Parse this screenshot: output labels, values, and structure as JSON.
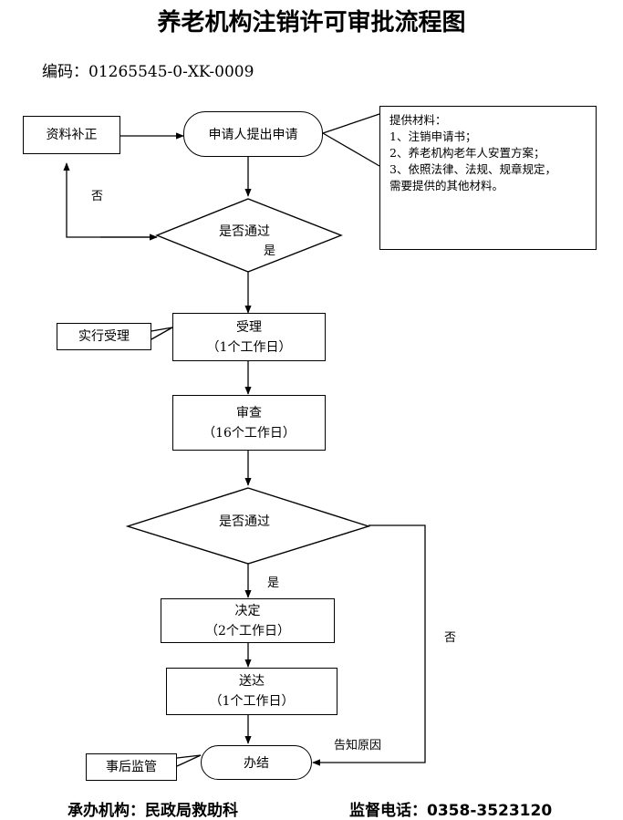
{
  "title": "养老机构注销许可审批流程图",
  "code": "编码：01265545-0-XK-0009",
  "nodes": {
    "supplement": "资料补正",
    "apply": "申请人提出申请",
    "decision1": "是否通过",
    "accept_title": "受理",
    "accept_days": "（1个工作日）",
    "review_title": "审查",
    "review_days": "（16个工作日）",
    "decision2": "是否通过",
    "decide_title": "决定",
    "decide_days": "（2个工作日）",
    "deliver_title": "送达",
    "deliver_days": "（1个工作日）",
    "finish": "办结"
  },
  "side_notes": {
    "accept": "实行受理",
    "supervise": "事后监管"
  },
  "edge_labels": {
    "no1": "否",
    "yes1": "是",
    "yes2": "是",
    "no2": "否",
    "reason": "告知原因"
  },
  "materials": {
    "heading": "提供材料：",
    "items": [
      "1、注销申请书；",
      "2、养老机构老年人安置方案；",
      "3、依照法律、法规、规章规定，",
      "需要提供的其他材料。"
    ]
  },
  "footer": {
    "organizer": "承办机构：民政局救助科",
    "supervision_phone": "监督电话：0358-3523120"
  }
}
